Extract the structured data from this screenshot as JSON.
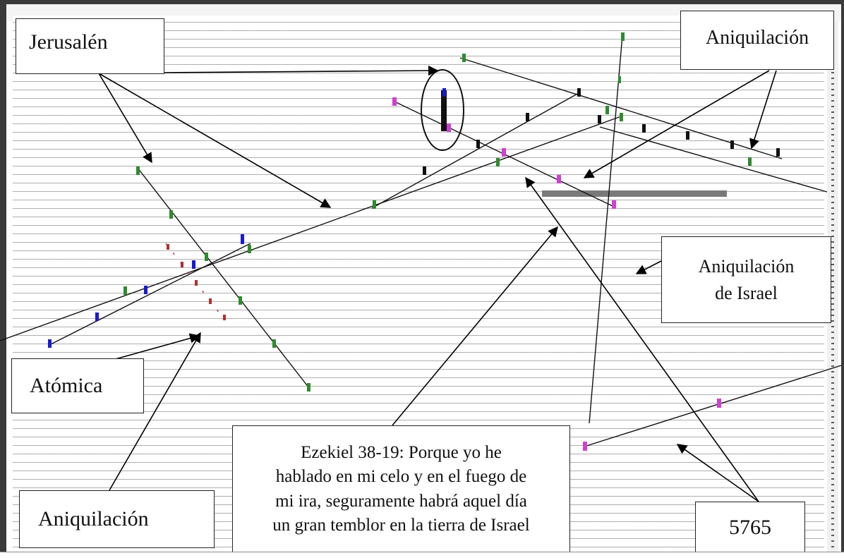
{
  "labels": {
    "jerusalen": "Jerusalén",
    "aniquilacion_top": "Aniquilación",
    "aniquilacion_israel_line1": "Aniquilación",
    "aniquilacion_israel_line2": "de Israel",
    "atomica": "Atómica",
    "aniquilacion_bottom": "Aniquilación",
    "year": "5765"
  },
  "verse": {
    "line1": "Ezekiel 38-19: Porque yo he",
    "line2": "hablado en mi celo y en el fuego de",
    "line3": "mi ira, seguramente habrá aquel día",
    "line4": "un gran temblor en la tierra de Israel"
  },
  "colors": {
    "green": "#2e8b2e",
    "blue": "#1a1ad0",
    "magenta": "#d040d0",
    "black": "#111111",
    "red": "#b03030",
    "grid_text": "#6e6e6e"
  }
}
